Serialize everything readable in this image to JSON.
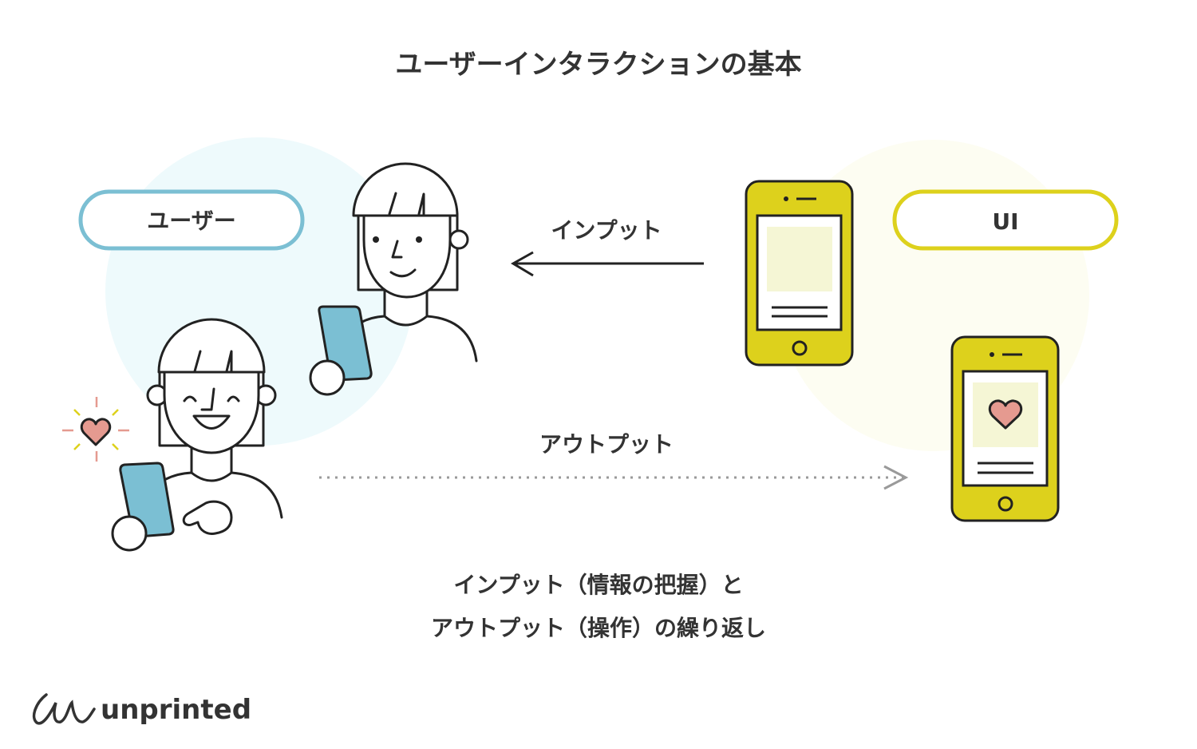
{
  "title": "ユーザーインタラクションの基本",
  "user_label": "ユーザー",
  "ui_label": "UI",
  "input_label": "インプット",
  "output_label": "アウトプット",
  "caption": {
    "line1": "インプット（情報の把握）と",
    "line2": "アウトプット（操作）の繰り返し"
  },
  "logo": {
    "text": "unprinted"
  },
  "colors": {
    "user_accent": "#7bbfd3",
    "ui_accent": "#ddd11c",
    "heart": "#e59a90",
    "user_bg": "#eefafc",
    "ui_bg": "#fdfdf2"
  }
}
